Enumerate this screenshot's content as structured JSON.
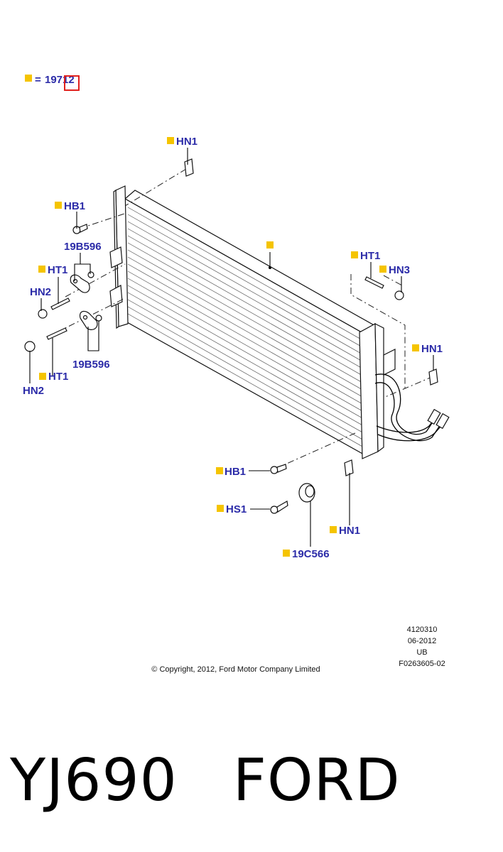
{
  "legend": {
    "equals": "=",
    "code": "19712"
  },
  "callouts": [
    {
      "id": "hn1_top",
      "text": "HN1"
    },
    {
      "id": "hb1_left",
      "text": "HB1"
    },
    {
      "id": "b596_top",
      "text": "19B596"
    },
    {
      "id": "ht1_left",
      "text": "HT1"
    },
    {
      "id": "hn2_upper",
      "text": "HN2"
    },
    {
      "id": "ht1_right",
      "text": "HT1"
    },
    {
      "id": "hn3",
      "text": "HN3"
    },
    {
      "id": "hn1_right",
      "text": "HN1"
    },
    {
      "id": "ht1_lower",
      "text": "HT1"
    },
    {
      "id": "b596_bottom",
      "text": "19B596"
    },
    {
      "id": "hn2_lower",
      "text": "HN2"
    },
    {
      "id": "hb1_bottom",
      "text": "HB1"
    },
    {
      "id": "hs1",
      "text": "HS1"
    },
    {
      "id": "hn1_bottom",
      "text": "HN1"
    },
    {
      "id": "c566",
      "text": "19C566"
    }
  ],
  "info_block": [
    "4120310",
    "06-2012",
    "UB",
    "F0263605-02"
  ],
  "copyright": "© Copyright, 2012, Ford Motor Company Limited",
  "caption": {
    "model": "YJ690",
    "brand": "FORD"
  },
  "colors": {
    "label": "#2b2ba8",
    "marker": "#f5c400",
    "highlight_box": "#e0201c"
  }
}
